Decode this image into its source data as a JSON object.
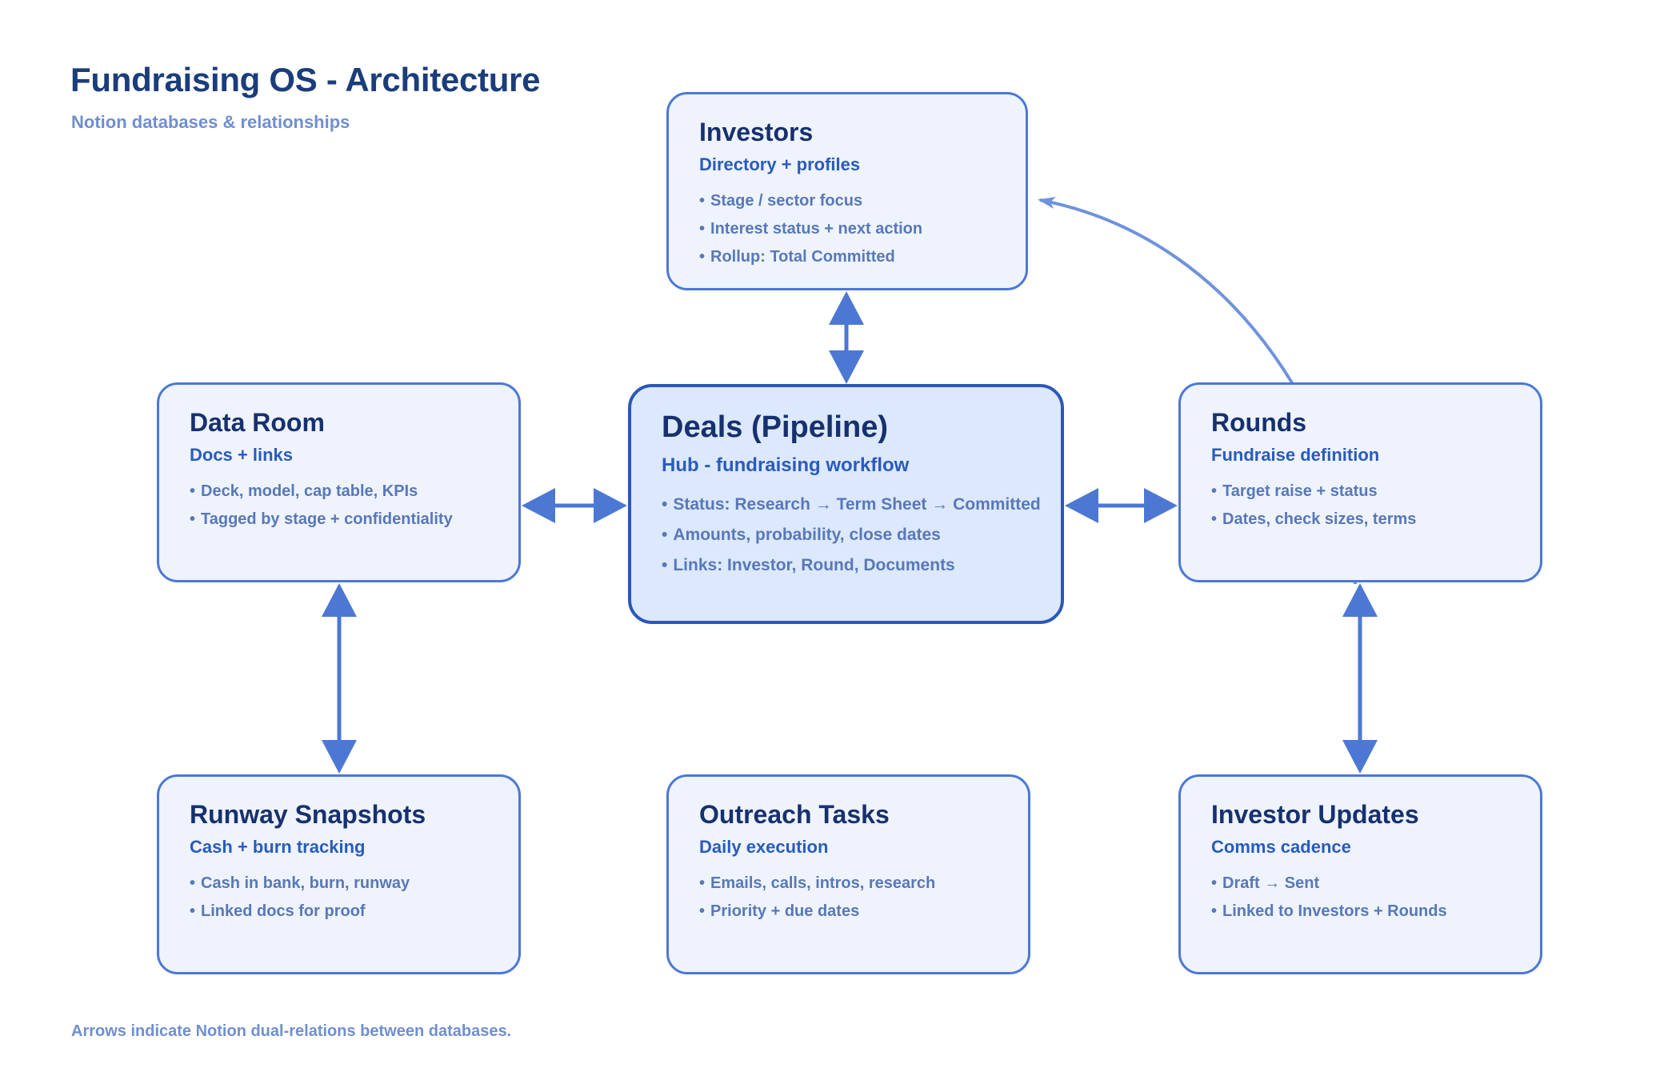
{
  "header": {
    "title": "Fundraising OS - Architecture",
    "subtitle": "Notion databases & relationships"
  },
  "footer": {
    "note": "Arrows indicate Notion dual-relations between databases."
  },
  "colors": {
    "title": "#1b3d7a",
    "subtitle": "#6f8fd0",
    "node_border": "#4c78d4",
    "node_fill": "#eef3fd",
    "hub_border": "#2b58b8",
    "hub_fill": "#dce8fb",
    "node_title": "#17306e",
    "node_subtitle": "#2a5bbd",
    "bullet_text": "#5878b8",
    "arrow": "#4c78d4",
    "background": "#ffffff"
  },
  "nodes": [
    {
      "id": "investors",
      "title": "Investors",
      "subtitle": "Directory + profiles",
      "bullets": [
        "Stage / sector focus",
        "Interest status + next action",
        "Rollup: Total Committed"
      ],
      "emphasis": false
    },
    {
      "id": "data-room",
      "title": "Data Room",
      "subtitle": "Docs + links",
      "bullets": [
        "Deck, model, cap table, KPIs",
        "Tagged by stage + confidentiality"
      ],
      "emphasis": false
    },
    {
      "id": "deals",
      "title": "Deals (Pipeline)",
      "subtitle": "Hub - fundraising workflow",
      "bullets": [
        "Status: Research → Term Sheet → Committed",
        "Amounts, probability, close dates",
        "Links: Investor, Round, Documents"
      ],
      "emphasis": true
    },
    {
      "id": "rounds",
      "title": "Rounds",
      "subtitle": "Fundraise definition",
      "bullets": [
        "Target raise + status",
        "Dates, check sizes, terms"
      ],
      "emphasis": false
    },
    {
      "id": "runway",
      "title": "Runway Snapshots",
      "subtitle": "Cash + burn tracking",
      "bullets": [
        "Cash in bank, burn, runway",
        "Linked docs for proof"
      ],
      "emphasis": false
    },
    {
      "id": "outreach",
      "title": "Outreach Tasks",
      "subtitle": "Daily execution",
      "bullets": [
        "Emails, calls, intros, research",
        "Priority + due dates"
      ],
      "emphasis": false
    },
    {
      "id": "updates",
      "title": "Investor Updates",
      "subtitle": "Comms cadence",
      "bullets": [
        "Draft → Sent",
        "Linked to Investors + Rounds"
      ],
      "emphasis": false
    }
  ],
  "connections": [
    {
      "id": "investors-deals",
      "from": "investors",
      "to": "deals",
      "style": "double-vertical"
    },
    {
      "id": "dataroom-deals",
      "from": "data-room",
      "to": "deals",
      "style": "double-horizontal"
    },
    {
      "id": "deals-rounds",
      "from": "deals",
      "to": "rounds",
      "style": "double-horizontal"
    },
    {
      "id": "dataroom-runway",
      "from": "data-room",
      "to": "runway",
      "style": "double-vertical"
    },
    {
      "id": "rounds-updates",
      "from": "rounds",
      "to": "updates",
      "style": "double-vertical"
    },
    {
      "id": "rounds-investors",
      "from": "rounds",
      "to": "investors",
      "style": "curved-single"
    }
  ],
  "bullet_glyph": "•"
}
